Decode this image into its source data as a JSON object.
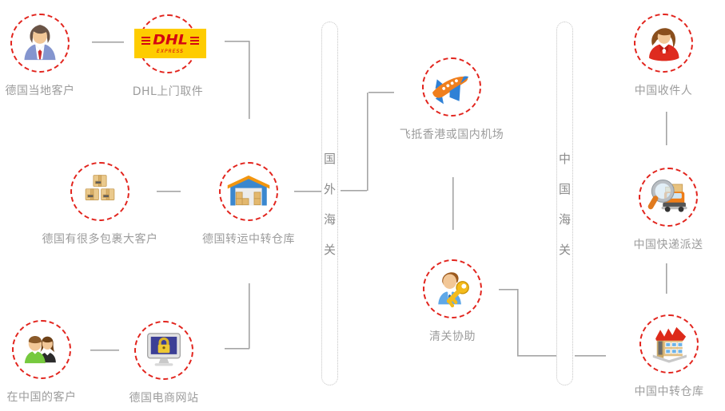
{
  "nodes": {
    "german_customer": {
      "label": "德国当地客户",
      "icon": "businessman-icon"
    },
    "dhl_pickup": {
      "label": "DHL上门取件",
      "icon": "dhl-logo",
      "logo_text": "DHL",
      "logo_sub": "EXPRESS"
    },
    "german_bulk_customers": {
      "label": "德国有很多包裹大客户",
      "icon": "parcel-boxes-icon"
    },
    "german_transit_warehouse": {
      "label": "德国转运中转仓库",
      "icon": "warehouse-icon"
    },
    "customers_in_china": {
      "label": "在中国的客户",
      "icon": "group-customers-icon"
    },
    "german_ecommerce_site": {
      "label": "德国电商网站",
      "icon": "monitor-lock-icon"
    },
    "flight_to_airport": {
      "label": "飞抵香港或国内机场",
      "icon": "airplane-icon"
    },
    "customs_clearance_help": {
      "label": "清关协助",
      "icon": "person-key-icon"
    },
    "china_recipient": {
      "label": "中国收件人",
      "icon": "woman-icon"
    },
    "china_express_delivery": {
      "label": "中国快递派送",
      "icon": "truck-magnifier-icon"
    },
    "china_transit_warehouse": {
      "label": "中国中转仓库",
      "icon": "factory-icon"
    }
  },
  "customs": {
    "foreign": {
      "label": "国外海关"
    },
    "china": {
      "label": "中国海关"
    }
  },
  "colors": {
    "circle_border": "#e2241d",
    "label_text": "#9c9c9c",
    "customs_text": "#8a8a8a",
    "connector": "#a8a8a8",
    "dhl_yellow": "#fecc00",
    "dhl_red": "#d40511"
  }
}
